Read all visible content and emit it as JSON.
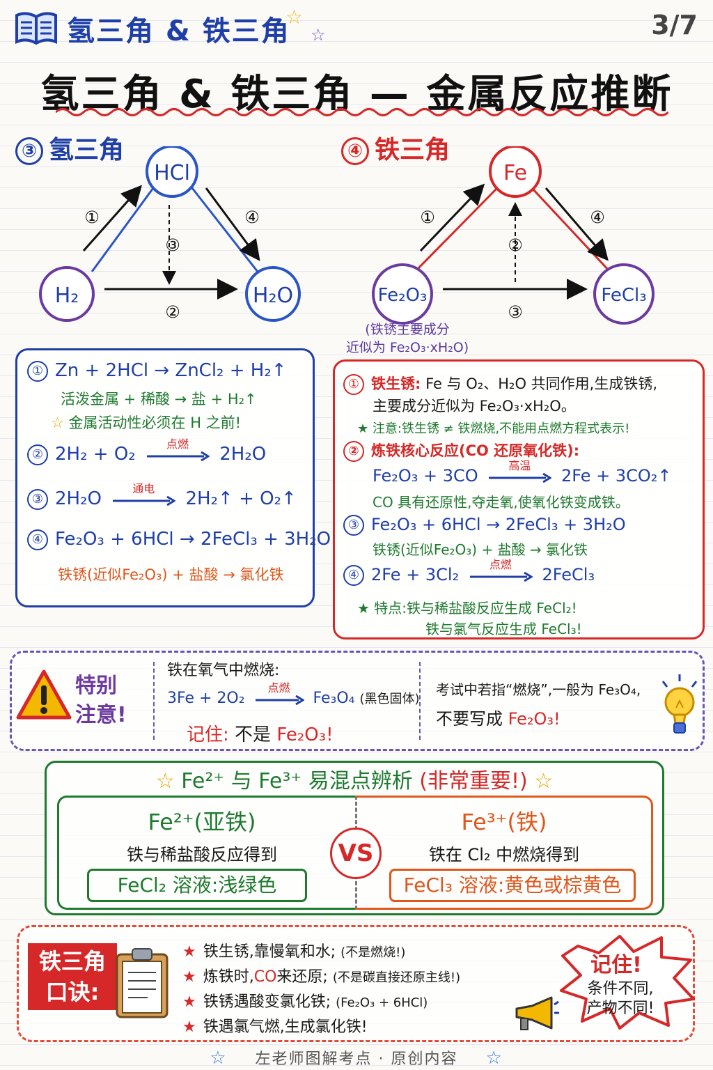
{
  "header": {
    "book_icon": "open-book-icon",
    "title": "氢三角 & 铁三角",
    "page": "3/7"
  },
  "main_title": "氢三角 & 铁三角 — 金属反应推断",
  "hydrogen": {
    "heading_num": "③",
    "heading": "氢三角",
    "nodes": {
      "top": "HCl",
      "left": "H₂",
      "right": "H₂O"
    },
    "arrows": [
      "①",
      "③",
      "④",
      "②"
    ]
  },
  "iron": {
    "heading_num": "④",
    "heading": "铁三角",
    "nodes": {
      "top": "Fe",
      "left": "Fe₂O₃",
      "right": "FeCl₃"
    },
    "arrows": [
      "①",
      "②",
      "④",
      "③"
    ],
    "rust_note_1": "(铁锈主要成分",
    "rust_note_2": "近似为 Fe₂O₃·xH₂O)"
  },
  "h_box": {
    "n1": "①",
    "eq1": "Zn + 2HCl → ZnCl₂ + H₂↑",
    "note1a": "活泼金属 + 稀酸 → 盐 + H₂↑",
    "note1b": "金属活动性必须在 H 之前!",
    "n2": "②",
    "eq2_left": "2H₂ + O₂",
    "eq2_cond": "点燃",
    "eq2_right": "2H₂O",
    "n3": "③",
    "eq3_left": "2H₂O",
    "eq3_cond": "通电",
    "eq3_right": "2H₂↑ + O₂↑",
    "n4": "④",
    "eq4": "Fe₂O₃ + 6HCl → 2FeCl₃ + 3H₂O",
    "note4": "铁锈(近似Fe₂O₃) + 盐酸 → 氯化铁"
  },
  "fe_box": {
    "n1": "①",
    "t1_label": "铁生锈:",
    "t1_text": "Fe 与 O₂、H₂O 共同作用,生成铁锈,",
    "t1_text2": "主要成分近似为 Fe₂O₃·xH₂O。",
    "t1_note": "注意:铁生锈 ≠ 铁燃烧,不能用点燃方程式表示!",
    "n2": "②",
    "t2_label": "炼铁核心反应(CO 还原氧化铁):",
    "eq2_left": "Fe₂O₃ + 3CO",
    "eq2_cond": "高温",
    "eq2_right": "2Fe + 3CO₂↑",
    "t2_note": "CO 具有还原性,夺走氧,使氧化铁变成铁。",
    "n3": "③",
    "eq3": "Fe₂O₃ + 6HCl → 2FeCl₃ + 3H₂O",
    "t3_note": "铁锈(近似Fe₂O₃) + 盐酸 → 氯化铁",
    "n4": "④",
    "eq4_left": "2Fe + 3Cl₂",
    "eq4_cond": "点燃",
    "eq4_right": "2FeCl₃",
    "t4_note_a": "特点:铁与稀盐酸反应生成 FeCl₂!",
    "t4_note_b": "铁与氯气反应生成 FeCl₃!"
  },
  "warning": {
    "label_1": "特别",
    "label_2": "注意!",
    "burn_title": "铁在氧气中燃烧:",
    "eq_left": "3Fe + 2O₂",
    "eq_cond": "点燃",
    "eq_right": "Fe₃O₄",
    "eq_note": "(黑色固体)",
    "remember_label": "记住:",
    "remember_text": "不是",
    "remember_formula": "Fe₂O₃!",
    "exam_1": "考试中若指“燃烧”,一般为 Fe₃O₄,",
    "exam_2a": "不要写成",
    "exam_2b": "Fe₂O₃!"
  },
  "ions": {
    "heading_a": "Fe²⁺ 与 Fe³⁺ 易混点辨析",
    "heading_b": "(非常重要!)",
    "fe2_title": "Fe²⁺(亚铁)",
    "fe2_desc": "铁与稀盐酸反应得到",
    "fe2_sol_a": "FeCl₂ 溶液:",
    "fe2_sol_b": "浅绿色",
    "vs": "VS",
    "fe3_title": "Fe³⁺(铁)",
    "fe3_desc": "铁在 Cl₂ 中燃烧得到",
    "fe3_sol_a": "FeCl₃ 溶液:",
    "fe3_sol_b": "黄色或棕黄色"
  },
  "rhyme": {
    "label_1": "铁三角",
    "label_2": "口诀:",
    "items": [
      {
        "text": "铁生锈,靠慢氧和水;",
        "note": "(不是燃烧!)"
      },
      {
        "text": "炼铁时,",
        "hl": "CO",
        "text2": "来还原;",
        "note": "(不是碳直接还原主线!)"
      },
      {
        "text": "铁锈遇酸变氯化铁;",
        "note": "(Fe₂O₃ + 6HCl)"
      },
      {
        "text": "铁遇氯气燃,生成氯化铁!",
        "note": ""
      }
    ],
    "burst_title": "记住!",
    "burst_1": "条件不同,",
    "burst_2": "产物不同!"
  },
  "footer": "左老师图解考点 · 原创内容",
  "colors": {
    "blue": "#1f3fa8",
    "red": "#d62828",
    "green": "#1e7a2e",
    "orange": "#e0561b",
    "purple": "#5b3aa0"
  }
}
